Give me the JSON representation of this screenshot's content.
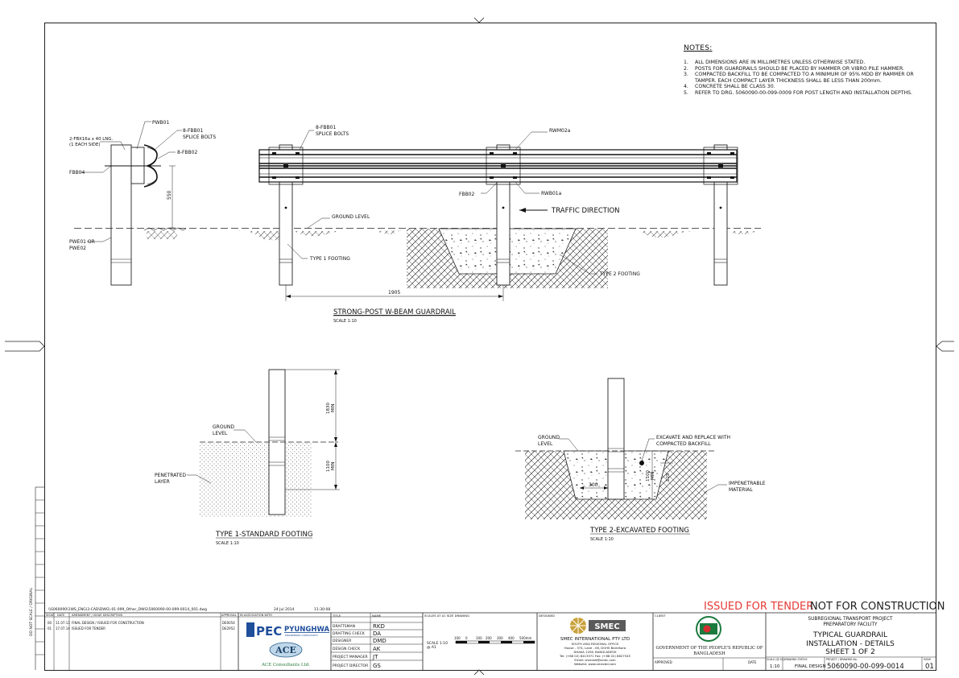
{
  "notes": {
    "title": "NOTES:",
    "items": [
      {
        "n": "1.",
        "text": "ALL DIMENSIONS ARE IN MILLIMETRES UNLESS OTHERWISE STATED."
      },
      {
        "n": "2.",
        "text": "POSTS FOR GUARDRAILS SHOULD BE PLACED BY HAMMER OR VIBRO PILE HAMMER."
      },
      {
        "n": "3.",
        "text": "COMPACTED BACKFILL TO BE COMPACTED TO A MINIMUM OF 95% MDD BY RAMMER OR"
      },
      {
        "n": "",
        "text": "TAMPER.  EACH COMPACT LAYER THICKNESS SHALL BE LESS THAN 200mm."
      },
      {
        "n": "4.",
        "text": "CONCRETE SHALL BE CLASS 30."
      },
      {
        "n": "5.",
        "text": "REFER TO DRG. 5060090-00-099-0009 FOR POST LENGTH AND INSTALLATION DEPTHS."
      }
    ]
  },
  "section": {
    "lbl_pwb01": "PWB01",
    "lbl_fbx": "2-FBX16a x 40 LNG.",
    "lbl_each": "(1 EACH SIDE)",
    "lbl_8fbb01": "8-FBB01",
    "lbl_splice": "SPLICE BOLTS",
    "lbl_8fbb02": "8-FBB02",
    "lbl_fbb04": "FBB04",
    "dim_550": "550",
    "lbl_pwe01": "PWE01 OR",
    "lbl_pwe02": "PWE02"
  },
  "elevation": {
    "lbl_8fbb01": "8-FBB01",
    "lbl_splice": "SPLICE BOLTS",
    "lbl_rwm02a": "RWM02a",
    "lbl_fbb02": "FBB02",
    "lbl_rwb01a": "RWB01a",
    "lbl_traffic": "TRAFFIC DIRECTION",
    "lbl_ground": "GROUND LEVEL",
    "lbl_type1": "TYPE 1 FOOTING",
    "lbl_type2": "TYPE 2 FOOTING",
    "dim_1905": "1905",
    "title": "STRONG-POST W-BEAM GUARDRAIL",
    "scale": "SCALE 1:10"
  },
  "type1": {
    "lbl_ground1": "GROUND",
    "lbl_ground2": "LEVEL",
    "lbl_pen1": "PENETRATED",
    "lbl_pen2": "LAYER",
    "dim_1830": "1830",
    "dim_1830_min": "MIN",
    "dim_1100": "1100",
    "dim_1100_min": "MIN",
    "title": "TYPE 1-STANDARD FOOTING",
    "scale": "SCALE 1:10"
  },
  "type2": {
    "lbl_ground1": "GROUND",
    "lbl_ground2": "LEVEL",
    "lbl_exc1": "EXCAVATE AND REPLACE WITH",
    "lbl_exc2": "COMPACTED BACKFILL",
    "lbl_imp1": "IMPENETRABLE",
    "lbl_imp2": "MATERIAL",
    "dim_300": "300",
    "dim_1100": "1100",
    "dim_1100_min": "MIN",
    "dim_125": "125",
    "title": "TYPE 2-EXCAVATED FOOTING",
    "scale": "SCALE 1:10"
  },
  "stamp": {
    "issued": "ISSUED FOR TENDER",
    "not": "NOT FOR CONSTRUCTION"
  },
  "filepath": "\\\\S060090\\1WS_ENG\\3-CAD\\DWG\\-01-099_Other_DWG\\5060090-00-099-0014_001.dwg",
  "plotdate": "24 Jul 2014",
  "plottime": "11:30:08",
  "revisions": {
    "headers": [
      "ISSUE",
      "DATE",
      "AMENDMENT / ISSUE DESCRIPTION",
      "APPROVAL"
    ],
    "rows": [
      {
        "issue": "00",
        "date": "11.07.13",
        "desc": "FINAL DESIGN / ISSUED FOR CONSTRUCTION",
        "appr": "DE0054"
      },
      {
        "issue": "01",
        "date": "17.07.14",
        "desc": "ISSUED FOR TENDER",
        "appr": "DE2952"
      }
    ]
  },
  "association": {
    "header": "IN ASSOCIATION WITH",
    "pec": "PEC",
    "pyunghwa": "PYUNGHWA",
    "pyunghwa_sub": "ENGINEERING CONSULTANTS",
    "ace": "ACE",
    "ace_sub": "ACE Consultants Ltd."
  },
  "roles": {
    "title_hdr": "TITLE",
    "name_hdr": "NAME",
    "rows": [
      {
        "role": "DRAFTSMAN",
        "name": "RKD"
      },
      {
        "role": "DRAFTING CHECK",
        "name": "DA"
      },
      {
        "role": "DESIGNER",
        "name": "DMD"
      },
      {
        "role": "DESIGN CHECK",
        "name": "AK"
      },
      {
        "role": "PROJECT MANAGER",
        "name": "JT"
      },
      {
        "role": "PROJECT DIRECTOR",
        "name": "GS"
      }
    ]
  },
  "scalebar": {
    "header": "SCALES AT A1 SIZE DRAWING",
    "label1": "SCALE 1:10",
    "label2": "@ A1",
    "ticks": [
      "100",
      "0",
      "100",
      "200",
      "300",
      "400",
      "500mm"
    ]
  },
  "designer": {
    "header": "DESIGNED",
    "logo": "SMEC",
    "name": "SMEC INTERNATIONAL PTY LTD",
    "l1": "SOUTH ASIA REGIONAL OFFICE",
    "l2": "House - 374, Lane - 06, DOHS Baridhara",
    "l3": "DHAKA 1206, BANGLADESH",
    "l4": "Tel: (+88 02) 8413571  Fax: (+88 02) 8827545",
    "l5": "Email: smecbd@smec.com",
    "l6": "Website: www.smecbd.com"
  },
  "client": {
    "header": "CLIENT",
    "name1": "GOVERNMENT OF THE PEOPLE'S REPUBLIC OF",
    "name2": "BANGLADESH",
    "approved": "APPROVED",
    "date": "DATE"
  },
  "titleblock": {
    "project1": "SUBREGIONAL TRANSPORT PROJECT",
    "project2": "PREPARATORY FACILITY",
    "title1": "TYPICAL GUARDRAIL",
    "title2": "INSTALLATION - DETAILS",
    "sheet": "SHEET 1 OF 2",
    "scale_hdr": "SCALE  (@ A1)",
    "scale_val": "1:10",
    "status_hdr": "DRAWING STATUS",
    "status_val": "FINAL DESIGN",
    "drgno_hdr": "PROJECT / DRAWING No.",
    "drgno_val": "5060090-00-099-0014",
    "issue_hdr": "ISSUE",
    "issue_val": "01"
  },
  "margin_label": "DO NOT SCALE / ORIGINAL",
  "colors": {
    "stamp_red": "#e53935",
    "flag_green": "#1b7a3e",
    "flag_red": "#d32f2f",
    "smec_gold": "#c9a13a",
    "smec_grey": "#5a5a5a",
    "pec_blue": "#1f4e9b"
  }
}
